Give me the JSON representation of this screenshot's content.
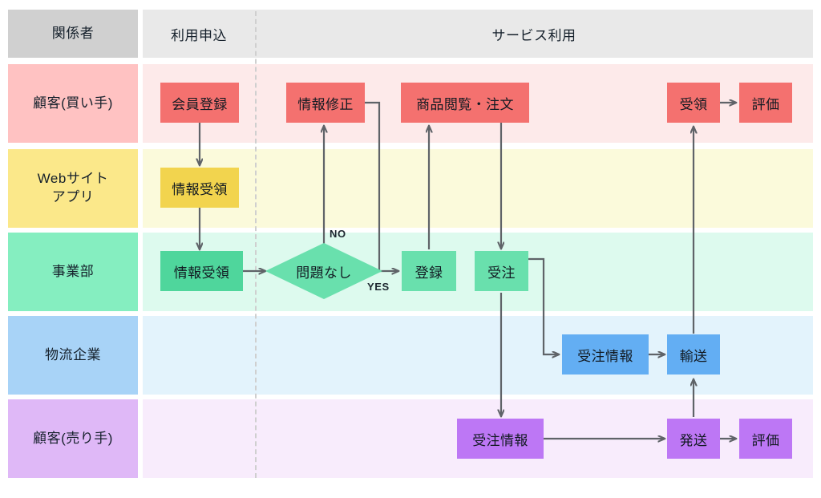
{
  "diagram": {
    "title": "EC service swimlane flow",
    "header": {
      "actor_column_label": "関係者",
      "phases": [
        {
          "id": "apply",
          "label": "利用申込"
        },
        {
          "id": "service",
          "label": "サービス利用"
        }
      ]
    },
    "lanes": [
      {
        "id": "buyer",
        "label": "顧客(買い手)",
        "label_color": "#ffc2c2",
        "body_color": "#fdeaea"
      },
      {
        "id": "website",
        "label": "Webサイト\nアプリ",
        "label_color": "#fbe88a",
        "body_color": "#fbfadb"
      },
      {
        "id": "division",
        "label": "事業部",
        "label_color": "#85eec0",
        "body_color": "#ddfaee"
      },
      {
        "id": "logistics",
        "label": "物流企業",
        "label_color": "#a8d3f7",
        "body_color": "#e3f3fc"
      },
      {
        "id": "seller",
        "label": "顧客(売り手)",
        "label_color": "#dfb8f7",
        "body_color": "#f8ecfc"
      }
    ],
    "nodes": [
      {
        "id": "n-kaiin-touroku",
        "label": "会員登録",
        "lane": "buyer",
        "shape": "rect",
        "color": "#f4716f"
      },
      {
        "id": "n-jouhou-shusei",
        "label": "情報修正",
        "lane": "buyer",
        "shape": "rect",
        "color": "#f4716f"
      },
      {
        "id": "n-shouhin-chumon",
        "label": "商品閲覧・注文",
        "lane": "buyer",
        "shape": "rect",
        "color": "#f4716f"
      },
      {
        "id": "n-juryou",
        "label": "受領",
        "lane": "buyer",
        "shape": "rect",
        "color": "#f4716f"
      },
      {
        "id": "n-hyouka-buyer",
        "label": "評価",
        "lane": "buyer",
        "shape": "rect",
        "color": "#f4716f"
      },
      {
        "id": "n-juryou-web",
        "label": "情報受領",
        "lane": "website",
        "shape": "rect",
        "color": "#f2d44e"
      },
      {
        "id": "n-juryou-div",
        "label": "情報受領",
        "lane": "division",
        "shape": "rect",
        "color": "#4fd69c"
      },
      {
        "id": "n-mondai-nashi",
        "label": "問題なし",
        "lane": "division",
        "shape": "diamond",
        "color": "#69e0ad"
      },
      {
        "id": "n-touroku",
        "label": "登録",
        "lane": "division",
        "shape": "rect",
        "color": "#69e0ad"
      },
      {
        "id": "n-juchu",
        "label": "受注",
        "lane": "division",
        "shape": "rect",
        "color": "#69e0ad"
      },
      {
        "id": "n-juchu-joho-log",
        "label": "受注情報",
        "lane": "logistics",
        "shape": "rect",
        "color": "#63aef3"
      },
      {
        "id": "n-yusou",
        "label": "輸送",
        "lane": "logistics",
        "shape": "rect",
        "color": "#63aef3"
      },
      {
        "id": "n-juchu-joho-sel",
        "label": "受注情報",
        "lane": "seller",
        "shape": "rect",
        "color": "#bd77f5"
      },
      {
        "id": "n-hassou",
        "label": "発送",
        "lane": "seller",
        "shape": "rect",
        "color": "#bd77f5"
      },
      {
        "id": "n-hyouka-seller",
        "label": "評価",
        "lane": "seller",
        "shape": "rect",
        "color": "#bd77f5"
      }
    ],
    "edge_labels": [
      {
        "id": "edge-no",
        "text": "NO"
      },
      {
        "id": "edge-yes",
        "text": "YES"
      }
    ],
    "connections": [
      {
        "from": "n-kaiin-touroku",
        "to": "n-juryou-web"
      },
      {
        "from": "n-juryou-web",
        "to": "n-juryou-div"
      },
      {
        "from": "n-juryou-div",
        "to": "n-mondai-nashi"
      },
      {
        "from": "n-mondai-nashi",
        "to": "n-jouhou-shusei",
        "label": "NO"
      },
      {
        "from": "n-mondai-nashi",
        "to": "n-touroku",
        "label": "YES"
      },
      {
        "from": "n-jouhou-shusei",
        "to": "n-touroku"
      },
      {
        "from": "n-touroku",
        "to": "n-shouhin-chumon"
      },
      {
        "from": "n-shouhin-chumon",
        "to": "n-juchu"
      },
      {
        "from": "n-juchu",
        "to": "n-juchu-joho-log"
      },
      {
        "from": "n-juchu",
        "to": "n-juchu-joho-sel"
      },
      {
        "from": "n-juchu-joho-log",
        "to": "n-yusou"
      },
      {
        "from": "n-juchu-joho-sel",
        "to": "n-hassou"
      },
      {
        "from": "n-hassou",
        "to": "n-yusou"
      },
      {
        "from": "n-hassou",
        "to": "n-hyouka-seller"
      },
      {
        "from": "n-yusou",
        "to": "n-juryou"
      },
      {
        "from": "n-juryou",
        "to": "n-hyouka-buyer"
      }
    ],
    "colors": {
      "header_actor_bg": "#d0d0d0",
      "header_phase_bg": "#e9e9e9",
      "arrow": "#5f6368",
      "divider": "#cfcfcf",
      "text": "#15202b"
    }
  }
}
